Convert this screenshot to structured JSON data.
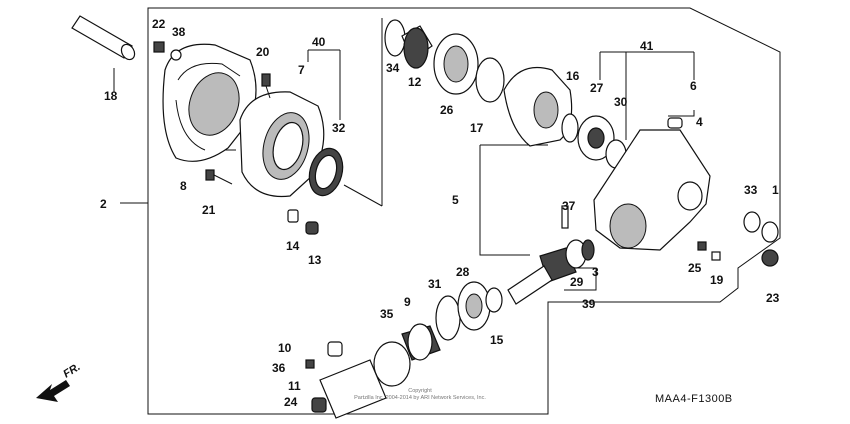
{
  "diagram": {
    "code": "MAA4-F1300B",
    "copyright_line1": "Copyright",
    "copyright_line2": "Partzilla Inc. 2004-2014 by ARI Network Services, Inc.",
    "direction_label": "FR.",
    "callouts": {
      "c1": "1",
      "c2": "2",
      "c3": "3",
      "c4": "4",
      "c5": "5",
      "c6": "6",
      "c7": "7",
      "c8": "8",
      "c9": "9",
      "c10": "10",
      "c11": "11",
      "c12": "12",
      "c13": "13",
      "c14": "14",
      "c15": "15",
      "c16": "16",
      "c17": "17",
      "c18": "18",
      "c19": "19",
      "c20": "20",
      "c21": "21",
      "c22": "22",
      "c23": "23",
      "c24": "24",
      "c25": "25",
      "c26": "26",
      "c27": "27",
      "c28": "28",
      "c29": "29",
      "c30": "30",
      "c31": "31",
      "c32": "32",
      "c33": "33",
      "c34": "34",
      "c35": "35",
      "c36": "36",
      "c37": "37",
      "c38": "38",
      "c39": "39",
      "c40": "40",
      "c41": "41"
    }
  }
}
